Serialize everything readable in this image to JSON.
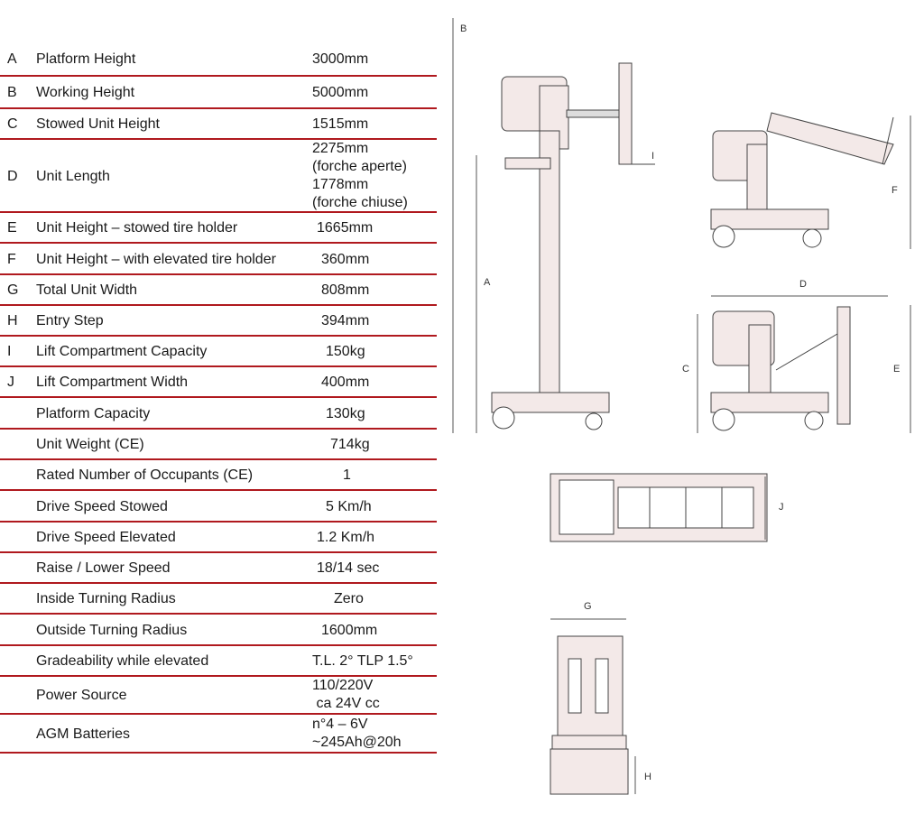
{
  "specs": [
    {
      "letter": "A",
      "label": "Platform Height",
      "value": "3000mm"
    },
    {
      "letter": "B",
      "label": "Working Height",
      "value": "5000mm"
    },
    {
      "letter": "C",
      "label": "Stowed Unit Height",
      "value": "1515mm"
    },
    {
      "letter": "D",
      "label": "Unit Length",
      "value": "2275mm (forche aperte) 1778mm (forche chiuse)",
      "value_lines": [
        "2275mm",
        "(forche aperte)",
        "1778mm",
        "(forche chiuse)"
      ]
    },
    {
      "letter": "E",
      "label": "Unit Height – stowed tire holder",
      "value": "1665mm"
    },
    {
      "letter": "F",
      "label": "Unit Height – with elevated tire holder",
      "value": "360mm"
    },
    {
      "letter": "G",
      "label": "Total Unit Width",
      "value": "808mm"
    },
    {
      "letter": "H",
      "label": "Entry Step",
      "value": "394mm"
    },
    {
      "letter": "I",
      "label": "Lift Compartment Capacity",
      "value": "150kg"
    },
    {
      "letter": "J",
      "label": "Lift Compartment Width",
      "value": "400mm"
    },
    {
      "letter": "",
      "label": "Platform Capacity",
      "value": "130kg"
    },
    {
      "letter": "",
      "label": "Unit Weight (CE)",
      "value": "714kg"
    },
    {
      "letter": "",
      "label": "Rated Number of Occupants (CE)",
      "value": "1"
    },
    {
      "letter": "",
      "label": "Drive Speed Stowed",
      "value": "5 Km/h"
    },
    {
      "letter": "",
      "label": "Drive Speed Elevated",
      "value": "1.2 Km/h"
    },
    {
      "letter": "",
      "label": "Raise / Lower Speed",
      "value": "18/14 sec"
    },
    {
      "letter": "",
      "label": "Inside Turning Radius",
      "value": "Zero"
    },
    {
      "letter": "",
      "label": "Outside Turning Radius",
      "value": "1600mm"
    },
    {
      "letter": "",
      "label": "Gradeability while elevated",
      "value": "T.L. 2° TLP 1.5°"
    },
    {
      "letter": "",
      "label": "Power Source",
      "value": "110/220V ca 24V cc",
      "value_lines": [
        "110/220V",
        " ca 24V cc"
      ]
    },
    {
      "letter": "",
      "label": "AGM Batteries",
      "value": "n°4 – 6V ~245Ah@20h",
      "value_lines": [
        "n°4 – 6V",
        "~245Ah@20h"
      ]
    }
  ],
  "drawing_labels": {
    "A": "A",
    "B": "B",
    "C": "C",
    "D": "D",
    "E": "E",
    "F": "F",
    "G": "G",
    "H": "H",
    "I": "I",
    "J": "J"
  },
  "colors": {
    "rule": "#b0191e",
    "machine_fill": "#f3e9e8",
    "line": "#444444"
  }
}
